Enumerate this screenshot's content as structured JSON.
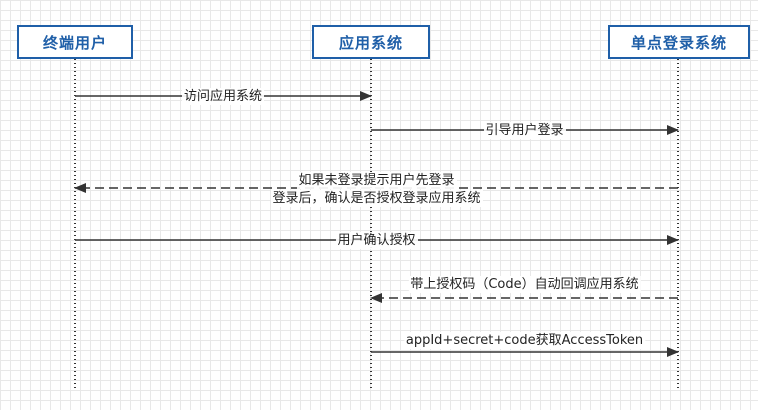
{
  "actors": [
    {
      "id": "user",
      "label": "终端用户"
    },
    {
      "id": "app",
      "label": "应用系统"
    },
    {
      "id": "sso",
      "label": "单点登录系统"
    }
  ],
  "messages": [
    {
      "from": "user",
      "to": "app",
      "dashed": false,
      "lines": [
        "访问应用系统"
      ]
    },
    {
      "from": "app",
      "to": "sso",
      "dashed": false,
      "lines": [
        "引导用户登录"
      ]
    },
    {
      "from": "sso",
      "to": "user",
      "dashed": true,
      "lines": [
        "如果未登录提示用户先登录",
        "登录后，确认是否授权登录应用系统"
      ]
    },
    {
      "from": "user",
      "to": "sso",
      "dashed": false,
      "lines": [
        "用户确认授权"
      ]
    },
    {
      "from": "sso",
      "to": "app",
      "dashed": true,
      "lines": [
        "带上授权码（Code）自动回调应用系统"
      ]
    },
    {
      "from": "app",
      "to": "sso",
      "dashed": false,
      "lines": [
        "appId+secret+code获取AccessToken"
      ]
    }
  ],
  "colors": {
    "actor_border": "#1f5fa8",
    "line": "#333333"
  }
}
